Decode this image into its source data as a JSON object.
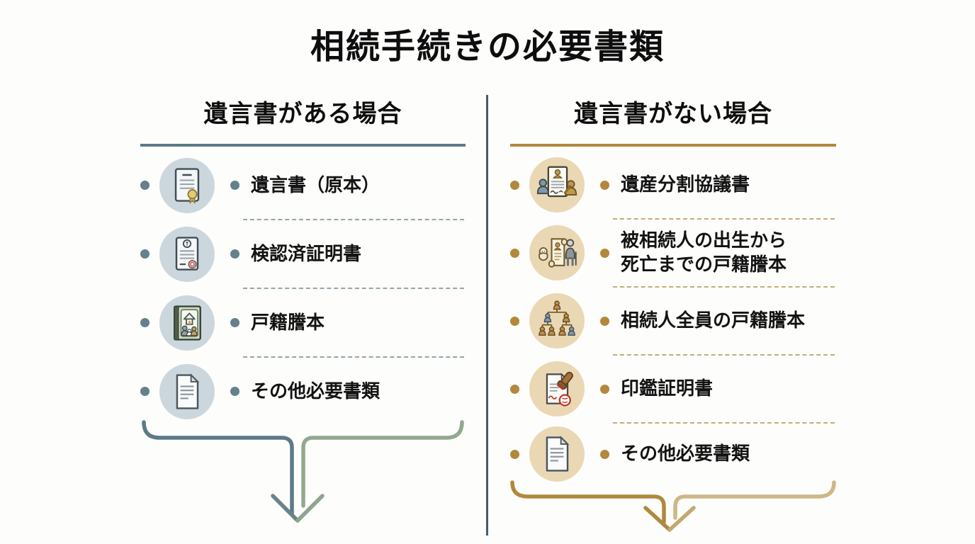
{
  "title": "相続手続きの必要書類",
  "divider_color": "#4b5a64",
  "columns": [
    {
      "id": "with-will",
      "header": "遺言書がある場合",
      "accent_color": "#5d7987",
      "bullet_color": "#64808c",
      "icon_circle_color": "#ccd7dd",
      "separator_color": "#93a5ad",
      "items": [
        {
          "icon": "will-original-document-icon",
          "label": "遺言書（原本）"
        },
        {
          "icon": "probate-certificate-icon",
          "label": "検認済証明書"
        },
        {
          "icon": "family-register-book-icon",
          "label": "戸籍謄本"
        },
        {
          "icon": "other-documents-icon",
          "label": "その他必要書類"
        }
      ],
      "arrow": {
        "icon": "merge-down-arrow-icon",
        "left_color": "#5d7a87",
        "right_color": "#93a890"
      }
    },
    {
      "id": "without-will",
      "header": "遺言書がない場合",
      "accent_color": "#b3883c",
      "bullet_color": "#b3883c",
      "icon_circle_color": "#ead8b5",
      "separator_color": "#c6ab79",
      "items": [
        {
          "icon": "division-agreement-icon",
          "label": "遺産分割協議書"
        },
        {
          "icon": "birth-to-death-family-register-icon",
          "label": "被相続人の出生から\n死亡までの戸籍謄本"
        },
        {
          "icon": "heirs-family-register-icon",
          "label": "相続人全員の戸籍謄本"
        },
        {
          "icon": "seal-certificate-icon",
          "label": "印鑑証明書"
        },
        {
          "icon": "other-documents-icon",
          "label": "その他必要書類"
        }
      ],
      "arrow": {
        "icon": "merge-down-arrow-icon",
        "left_color": "#b0893e",
        "right_color": "#cdb786"
      }
    }
  ]
}
